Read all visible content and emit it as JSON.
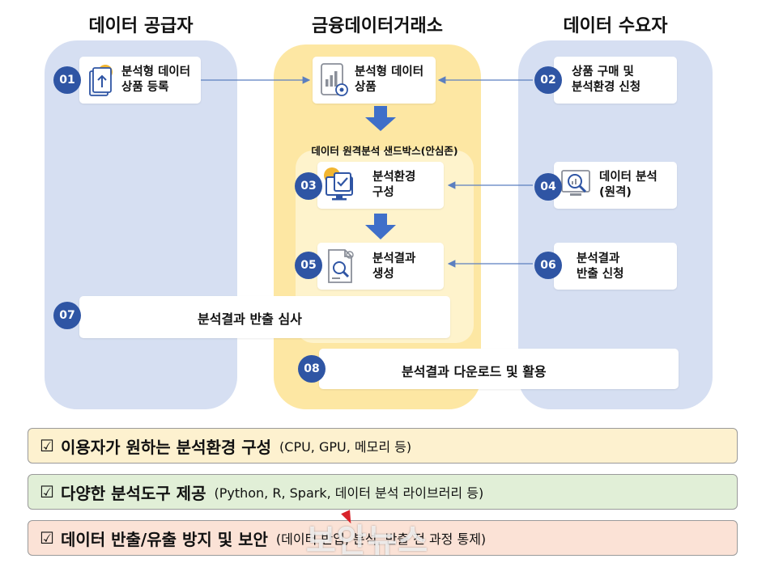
{
  "headers": {
    "supplier": "데이터 공급자",
    "exchange": "금융데이터거래소",
    "consumer": "데이터 수요자"
  },
  "sandbox_label": "데이터 원격분석 샌드박스(안심존)",
  "steps": [
    {
      "num": "01",
      "text": "분석형 데이터\n상품 등록",
      "icon": "document-upload-icon"
    },
    {
      "num": "",
      "text": "분석형 데이터\n상품",
      "icon": "data-product-icon"
    },
    {
      "num": "02",
      "text": "상품 구매 및\n분석환경 신청"
    },
    {
      "num": "03",
      "text": "분석환경\n구성",
      "icon": "checklist-monitor-icon"
    },
    {
      "num": "04",
      "text": "데이터 분석\n(원격)",
      "icon": "analysis-magnifier-icon"
    },
    {
      "num": "05",
      "text": "분석결과\n생성",
      "icon": "report-magnifier-icon"
    },
    {
      "num": "06",
      "text": "분석결과\n반출 신청"
    },
    {
      "num": "07",
      "text": "분석결과 반출 심사"
    },
    {
      "num": "08",
      "text": "분석결과 다운로드 및 활용"
    }
  ],
  "bands": [
    {
      "check": "☑",
      "bold": "이용자가 원하는 분석환경 구성",
      "detail": "(CPU, GPU, 메모리 등)",
      "color": "#fdf1cf"
    },
    {
      "check": "☑",
      "bold": "다양한 분석도구 제공",
      "detail": "(Python, R, Spark, 데이터 분석 라이브러리 등)",
      "color": "#e1efd7"
    },
    {
      "check": "☑",
      "bold": "데이터 반출/유출 방지 및 보안",
      "detail": "(데이터 반입, 분석, 반출 전 과정 통제)",
      "color": "#fbe2d6"
    }
  ],
  "watermark": "보안뉴스",
  "colors": {
    "blue_column": "#d6dff2",
    "yellow_column": "#fde7a3",
    "badge": "#2f55a4",
    "flow_arrow": "#3f6fc9",
    "connector": "#5b7fc0"
  }
}
